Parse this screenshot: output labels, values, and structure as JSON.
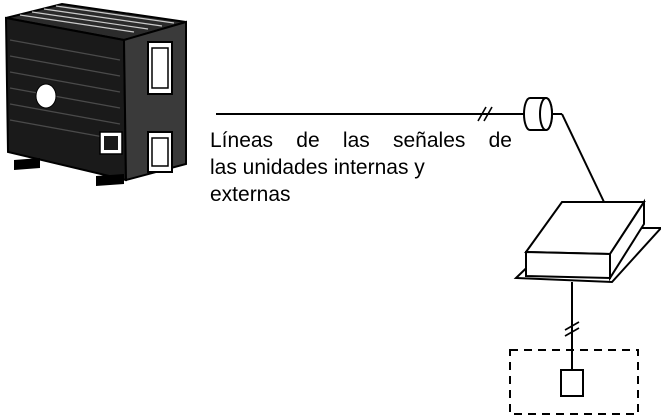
{
  "caption": {
    "line1": "Líneas de las señales de",
    "line2": "las unidades internas y",
    "line3": "externas"
  },
  "colors": {
    "ink": "#000000",
    "unit_body": "#1a1a1a",
    "unit_shade": "#3a3a3a",
    "background": "#ffffff"
  },
  "icons": {
    "outdoor_unit": "outdoor-ac-unit-icon",
    "indoor_unit": "ceiling-duct-unit-icon",
    "controller": "wired-controller-icon",
    "cable_end": "cable-connector-icon",
    "break_mark": "line-break-mark-icon"
  }
}
